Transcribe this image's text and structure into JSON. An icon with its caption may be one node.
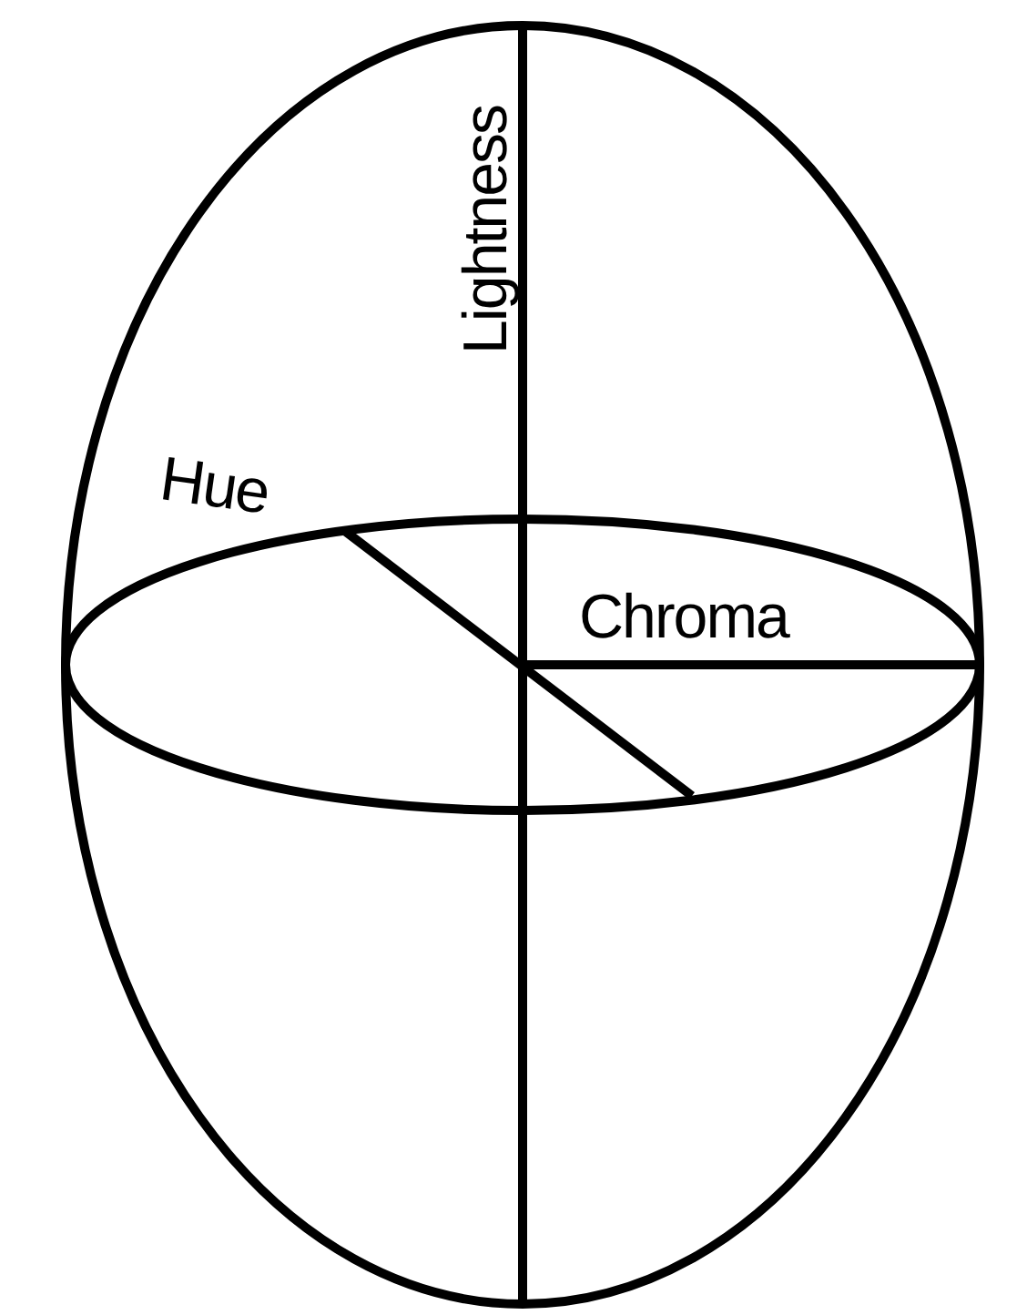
{
  "diagram": {
    "labels": [
      "Lightness",
      "Hue",
      "Chroma"
    ]
  }
}
